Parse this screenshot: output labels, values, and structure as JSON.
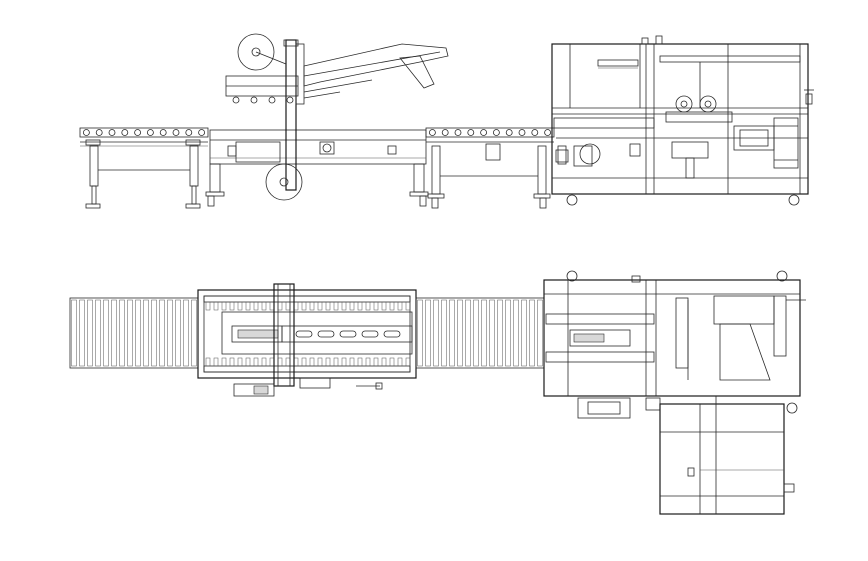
{
  "drawing": {
    "description_free": true,
    "colors": {
      "line": "#2a2a2a",
      "background": "#ffffff"
    },
    "views": [
      {
        "name": "side-elevation"
      },
      {
        "name": "top-plan"
      }
    ],
    "counts": {
      "side_infeed_rollers": 10,
      "side_outfeed_rollers": 10,
      "plan_infeed_rollers": 16,
      "plan_mid_rollers": 16
    }
  }
}
